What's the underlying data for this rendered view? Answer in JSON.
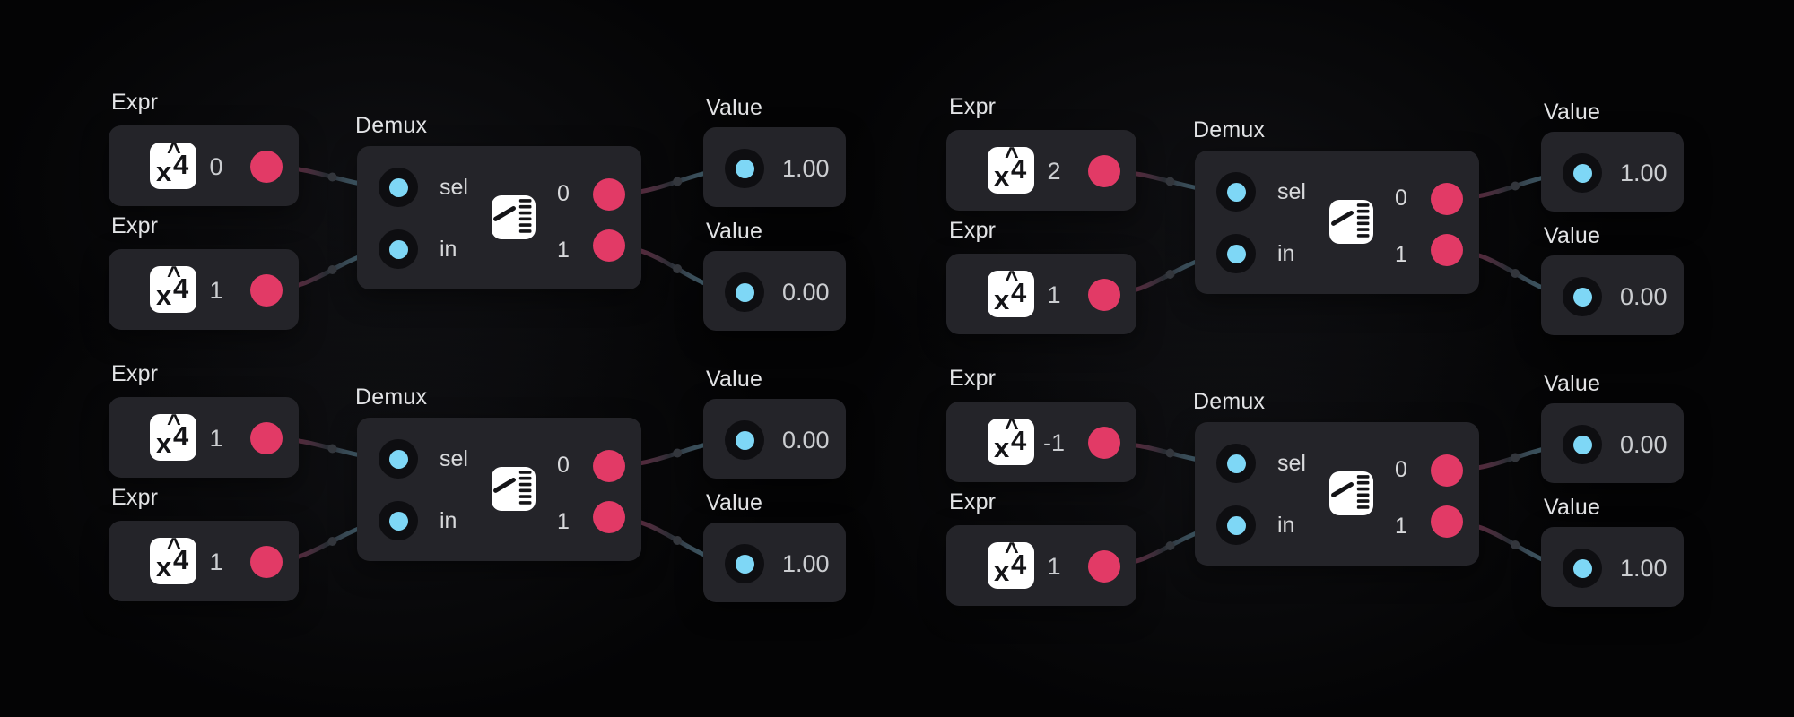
{
  "app": {
    "type": "node-editor-canvas"
  },
  "colors": {
    "background": "#040405",
    "node_background": "#242429",
    "port_output_pink": "#e23a66",
    "port_input_blue": "#7ed7f6",
    "port_well": "#0e0e11",
    "node_title_text": "#e3e4e6",
    "port_label_text": "#d8d9db",
    "value_text": "#cbcdd0",
    "icon_background": "#ffffff",
    "icon_glyph": "#141417",
    "wire_gradient_start": "#b04069",
    "wire_gradient_mid": "#2a2c33",
    "wire_gradient_end": "#6fb0c9"
  },
  "icons": {
    "expr": "x-power-4-icon",
    "expr_glyph": {
      "x": "x",
      "caret": "^",
      "four": "4"
    },
    "demux": "demux-switch-icon"
  },
  "groups": [
    {
      "name": "top-left",
      "expr_top": {
        "title": "Expr",
        "value": "0"
      },
      "expr_bottom": {
        "title": "Expr",
        "value": "1"
      },
      "demux": {
        "title": "Demux",
        "inputs": [
          "sel",
          "in"
        ],
        "outputs": [
          "0",
          "1"
        ]
      },
      "value_top": {
        "title": "Value",
        "value": "1.00"
      },
      "value_bottom": {
        "title": "Value",
        "value": "0.00"
      },
      "connections": [
        {
          "from": "expr_top.output",
          "to": "demux.sel"
        },
        {
          "from": "expr_bottom.output",
          "to": "demux.in"
        },
        {
          "from": "demux.out0",
          "to": "value_top.input"
        },
        {
          "from": "demux.out1",
          "to": "value_bottom.input"
        }
      ]
    },
    {
      "name": "top-right",
      "expr_top": {
        "title": "Expr",
        "value": "2"
      },
      "expr_bottom": {
        "title": "Expr",
        "value": "1"
      },
      "demux": {
        "title": "Demux",
        "inputs": [
          "sel",
          "in"
        ],
        "outputs": [
          "0",
          "1"
        ]
      },
      "value_top": {
        "title": "Value",
        "value": "1.00"
      },
      "value_bottom": {
        "title": "Value",
        "value": "0.00"
      },
      "connections": [
        {
          "from": "expr_top.output",
          "to": "demux.sel"
        },
        {
          "from": "expr_bottom.output",
          "to": "demux.in"
        },
        {
          "from": "demux.out0",
          "to": "value_top.input"
        },
        {
          "from": "demux.out1",
          "to": "value_bottom.input"
        }
      ]
    },
    {
      "name": "bottom-left",
      "expr_top": {
        "title": "Expr",
        "value": "1"
      },
      "expr_bottom": {
        "title": "Expr",
        "value": "1"
      },
      "demux": {
        "title": "Demux",
        "inputs": [
          "sel",
          "in"
        ],
        "outputs": [
          "0",
          "1"
        ]
      },
      "value_top": {
        "title": "Value",
        "value": "0.00"
      },
      "value_bottom": {
        "title": "Value",
        "value": "1.00"
      },
      "connections": [
        {
          "from": "expr_top.output",
          "to": "demux.sel"
        },
        {
          "from": "expr_bottom.output",
          "to": "demux.in"
        },
        {
          "from": "demux.out0",
          "to": "value_top.input"
        },
        {
          "from": "demux.out1",
          "to": "value_bottom.input"
        }
      ]
    },
    {
      "name": "bottom-right",
      "expr_top": {
        "title": "Expr",
        "value": "-1"
      },
      "expr_bottom": {
        "title": "Expr",
        "value": "1"
      },
      "demux": {
        "title": "Demux",
        "inputs": [
          "sel",
          "in"
        ],
        "outputs": [
          "0",
          "1"
        ]
      },
      "value_top": {
        "title": "Value",
        "value": "0.00"
      },
      "value_bottom": {
        "title": "Value",
        "value": "1.00"
      },
      "connections": [
        {
          "from": "expr_top.output",
          "to": "demux.sel"
        },
        {
          "from": "expr_bottom.output",
          "to": "demux.in"
        },
        {
          "from": "demux.out0",
          "to": "value_top.input"
        },
        {
          "from": "demux.out1",
          "to": "value_bottom.input"
        }
      ]
    }
  ]
}
